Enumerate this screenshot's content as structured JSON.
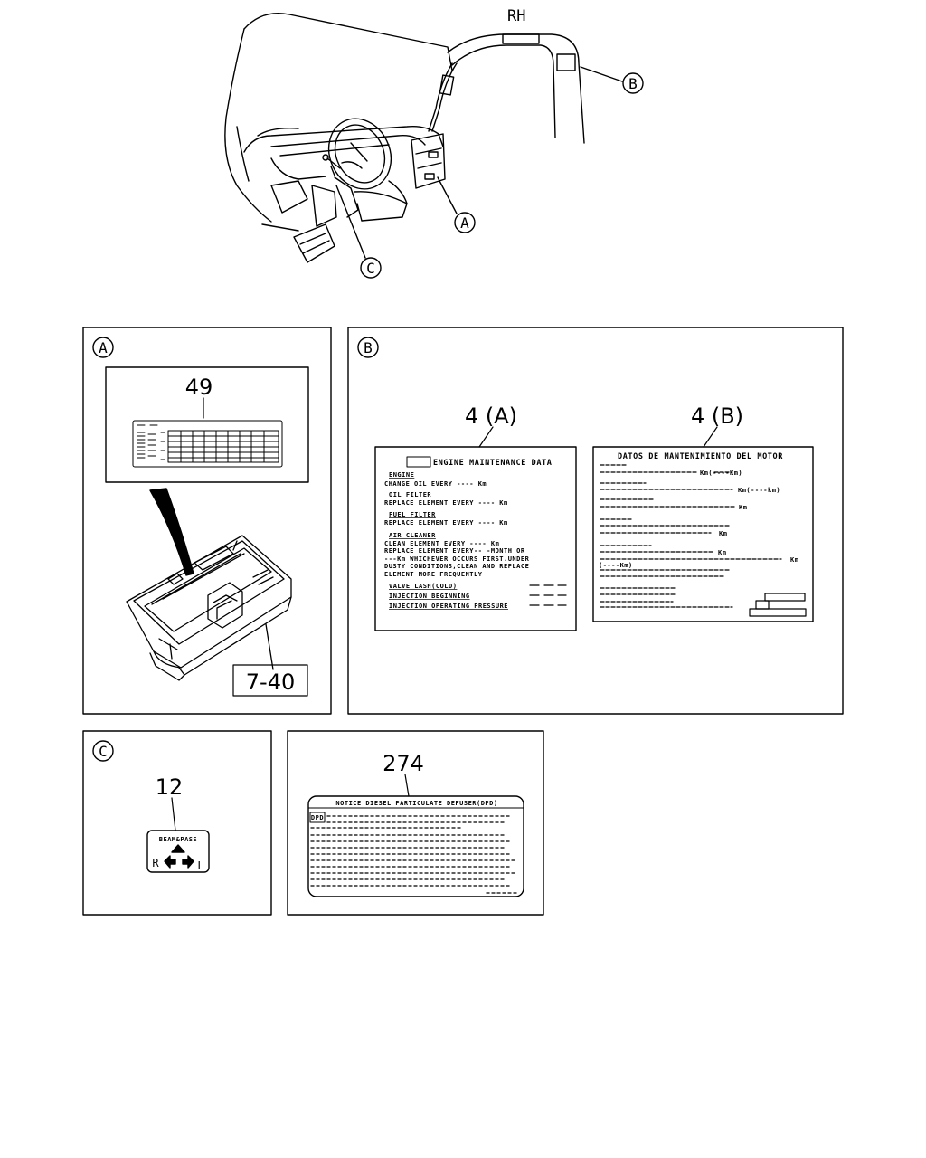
{
  "overview": {
    "side_label": "RH",
    "callouts": {
      "a": "A",
      "b": "B",
      "c": "C"
    }
  },
  "panel_a": {
    "letter": "A",
    "label_ref": "49",
    "part_ref": "7-40"
  },
  "panel_b": {
    "letter": "B",
    "label_a_ref": "4 (A)",
    "label_b_ref": "4 (B)",
    "label_a": {
      "title": "ENGINE MAINTENANCE DATA",
      "lines": [
        "ENGINE",
        "CHANGE OIL EVERY ---- Km",
        "OIL FILTER",
        "REPLACE ELEMENT EVERY ---- Km",
        "FUEL FILTER",
        "REPLACE ELEMENT EVERY ---- Km",
        "AIR CLEANER",
        "CLEAN ELEMENT EVERY ---- Km",
        "REPLACE ELEMENT EVERY-- -MONTH OR",
        "---Km WHICHEVER OCCURS FIRST.UNDER",
        "DUSTY CONDITIONS,CLEAN AND REPLACE",
        "ELEMENT MORE FREQUENTLY"
      ],
      "spec_lines": [
        "VALVE LASH(COLD)",
        "INJECTION BEGINNING",
        "INJECTION OPERATING PRESSURE"
      ]
    },
    "label_b": {
      "title": "DATOS DE MANTENIMIENTO DEL MOTOR",
      "units": [
        "Km(----Km)",
        "Km(----km)",
        "Km",
        "Km",
        "Km",
        "Km",
        "(----Km)"
      ]
    }
  },
  "panel_c": {
    "letter": "C",
    "label_ref": "12",
    "switch_text": "BEAM&PASS",
    "right": "R",
    "left": "L"
  },
  "panel_d": {
    "label_ref": "274",
    "title": "NOTICE DIESEL PARTICULATE DEFUSER(DPD)",
    "badge": "DPD"
  }
}
